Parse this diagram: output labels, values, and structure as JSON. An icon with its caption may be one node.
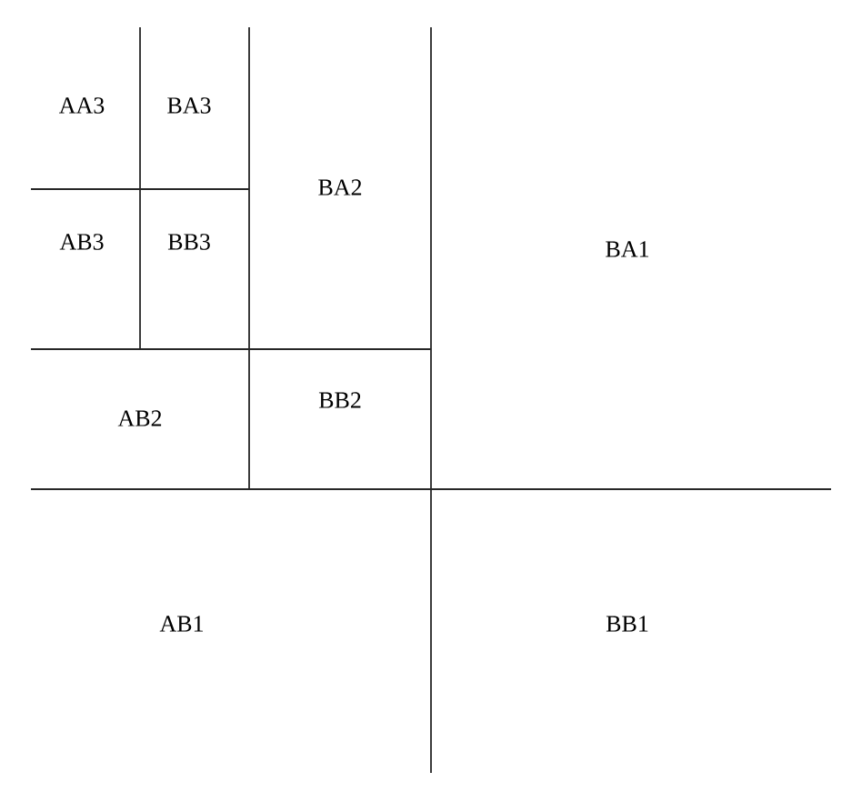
{
  "diagram": {
    "labels": [
      "AA3",
      "BA3",
      "BA2",
      "AB3",
      "BB3",
      "BA1",
      "AB2",
      "BB2",
      "AB1",
      "BB1"
    ]
  }
}
